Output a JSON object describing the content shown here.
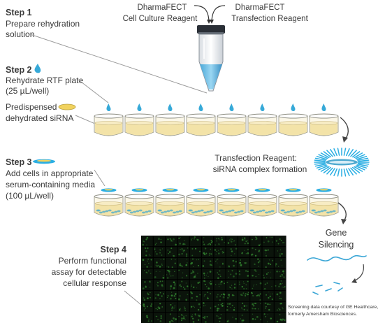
{
  "step1": {
    "title": "Step 1",
    "lines": [
      "Prepare rehydration",
      "solution"
    ]
  },
  "reagents": {
    "left_line1": "DharmaFECT",
    "left_line2": "Cell Culture Reagent",
    "right_line1": "DharmaFECT",
    "right_line2": "Transfection Reagent"
  },
  "step2": {
    "title": "Step 2",
    "lines": [
      "Rehydrate RTF plate",
      "(25 µL/well)"
    ]
  },
  "predispensed": {
    "lines": [
      "Predispensed",
      "dehydrated siRNA"
    ]
  },
  "complex": {
    "lines": [
      "Transfection Reagent:",
      "siRNA complex formation"
    ]
  },
  "step3": {
    "title": "Step 3",
    "lines": [
      "Add cells in appropriate",
      "serum-containing media",
      "(100 µL/well)"
    ]
  },
  "gene": {
    "lines": [
      "Gene",
      "Silencing"
    ]
  },
  "step4": {
    "title": "Step 4",
    "lines": [
      "Perform functional",
      "assay for detectable",
      "cellular response"
    ]
  },
  "credit": {
    "lines": [
      "Screening data courtesy of GE Healthcare,",
      "formerly Amersham Biosciences."
    ]
  },
  "colors": {
    "text": "#3a3a3a",
    "well_fill": "#f3e3a8",
    "drop": "#36a9d8",
    "cells": "#5ab0c9",
    "grid_bg": "#0b140b",
    "grid_green": "#2f7a2c",
    "complex": "#2aaee3"
  },
  "icons": [
    "water-drop-icon",
    "siRNA-disc-icon",
    "tube-icon",
    "arrow-icon",
    "complex-burst-icon",
    "rna-strand-icon"
  ]
}
